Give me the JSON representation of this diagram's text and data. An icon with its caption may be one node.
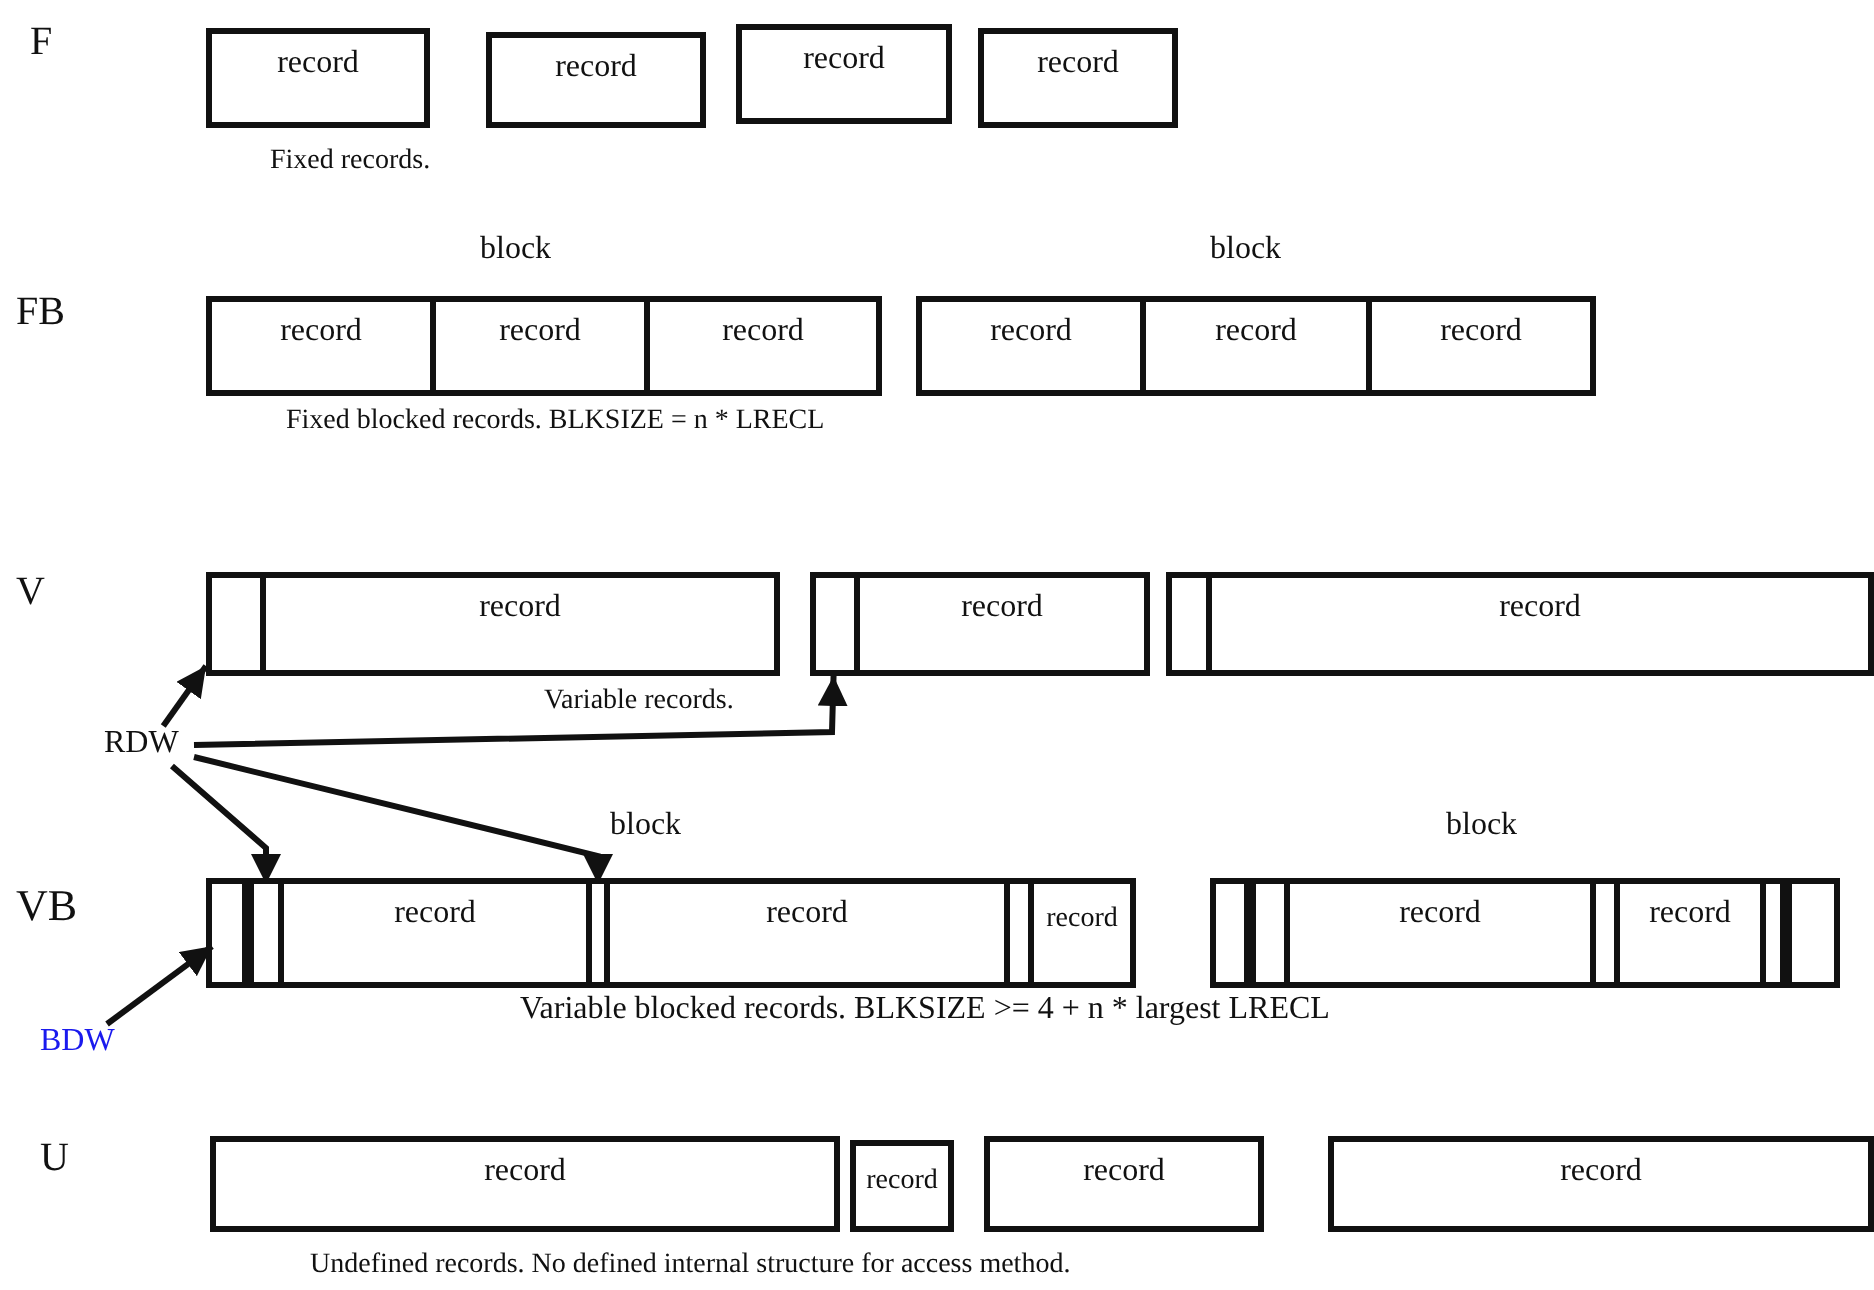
{
  "diagram": {
    "nodes": [
      {
        "text": [
          "record"
        ]
      },
      {
        "text": [
          "record"
        ]
      },
      {
        "text": [
          "record"
        ]
      },
      {
        "text": [
          "record"
        ]
      },
      {
        "text": [],
        "shape": "box"
      },
      {
        "text": [
          "record"
        ],
        "in": 4
      },
      {
        "text": [
          "record"
        ],
        "in": 4
      },
      {
        "text": [
          "record"
        ],
        "in": 4
      },
      {
        "text": [],
        "shape": "box"
      },
      {
        "text": [
          "record"
        ],
        "in": 8
      },
      {
        "text": [
          "record"
        ],
        "in": 8
      },
      {
        "text": [
          "record"
        ],
        "in": 8
      },
      {
        "text": [],
        "shape": "box"
      },
      {
        "text": [
          "record"
        ]
      },
      {
        "text": [],
        "shape": "box"
      },
      {
        "text": [
          "record"
        ]
      },
      {
        "text": [],
        "shape": "box"
      },
      {
        "text": [
          "record"
        ]
      },
      {
        "text": [
          "RDW"
        ]
      },
      {
        "text": [],
        "shape": "box"
      },
      {
        "text": [],
        "shape": "box",
        "in": 19
      },
      {
        "text": [],
        "shape": "box",
        "in": 19
      },
      {
        "text": [
          "record"
        ],
        "in": 19
      },
      {
        "text": [],
        "shape": "box",
        "in": 19
      },
      {
        "text": [
          "record"
        ],
        "in": 19
      },
      {
        "text": [],
        "shape": "box",
        "in": 19
      },
      {
        "text": [
          "record"
        ],
        "in": 19
      },
      {
        "text": [],
        "shape": "box"
      },
      {
        "text": [],
        "shape": "box",
        "in": 27
      },
      {
        "text": [],
        "shape": "box",
        "in": 27
      },
      {
        "text": [
          "record"
        ],
        "in": 27
      },
      {
        "text": [],
        "shape": "box",
        "in": 27
      },
      {
        "text": [
          "record"
        ],
        "in": 27
      },
      {
        "text": [],
        "shape": "box",
        "in": 27
      },
      {
        "text": [],
        "shape": "box",
        "in": 27
      },
      {
        "text": [
          "BDW"
        ]
      },
      {
        "text": [
          "record"
        ]
      },
      {
        "text": [
          "record"
        ]
      },
      {
        "text": [
          "record"
        ]
      },
      {
        "text": [
          "record"
        ]
      }
    ],
    "edges": [
      {
        "from": 18,
        "to": 12,
        "arrow": "to"
      },
      {
        "from": 18,
        "to": 14,
        "arrow": "to"
      },
      {
        "from": 18,
        "to": 21,
        "arrow": "to"
      },
      {
        "from": 18,
        "to": 23,
        "arrow": "to"
      },
      {
        "from": 35,
        "to": 20,
        "arrow": "to"
      }
    ],
    "labels": [
      "F",
      "Fixed records.",
      "block",
      "block",
      "FB",
      "Fixed blocked records.  BLKSIZE = n * LRECL",
      "V",
      "Variable records.",
      "block",
      "block",
      "VB",
      "Variable blocked records.  BLKSIZE >= 4 + n * largest LRECL",
      "U",
      "Undefined records.  No defined internal structure for access method."
    ]
  }
}
